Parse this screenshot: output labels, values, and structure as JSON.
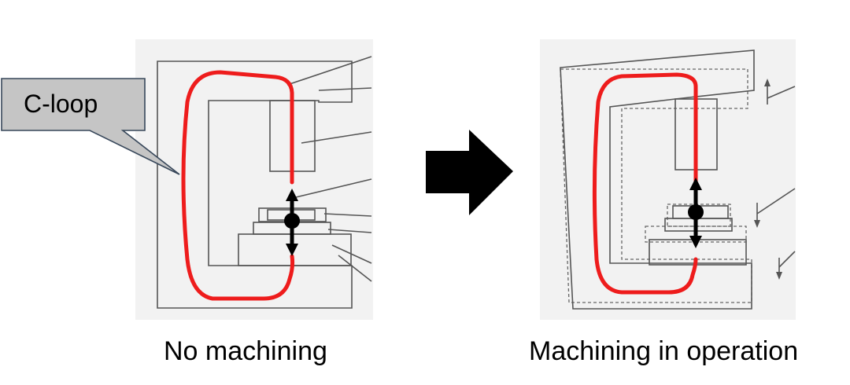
{
  "callout": {
    "label": "C-loop"
  },
  "panels": {
    "left": {
      "caption": "No machining"
    },
    "right": {
      "caption": "Machining in operation"
    }
  },
  "colors": {
    "loop": "#ee1c1c",
    "frame": "#555555",
    "callout_fill": "#c5c5c5",
    "panel_bg": "#f2f2f2",
    "arrow": "#000000"
  }
}
